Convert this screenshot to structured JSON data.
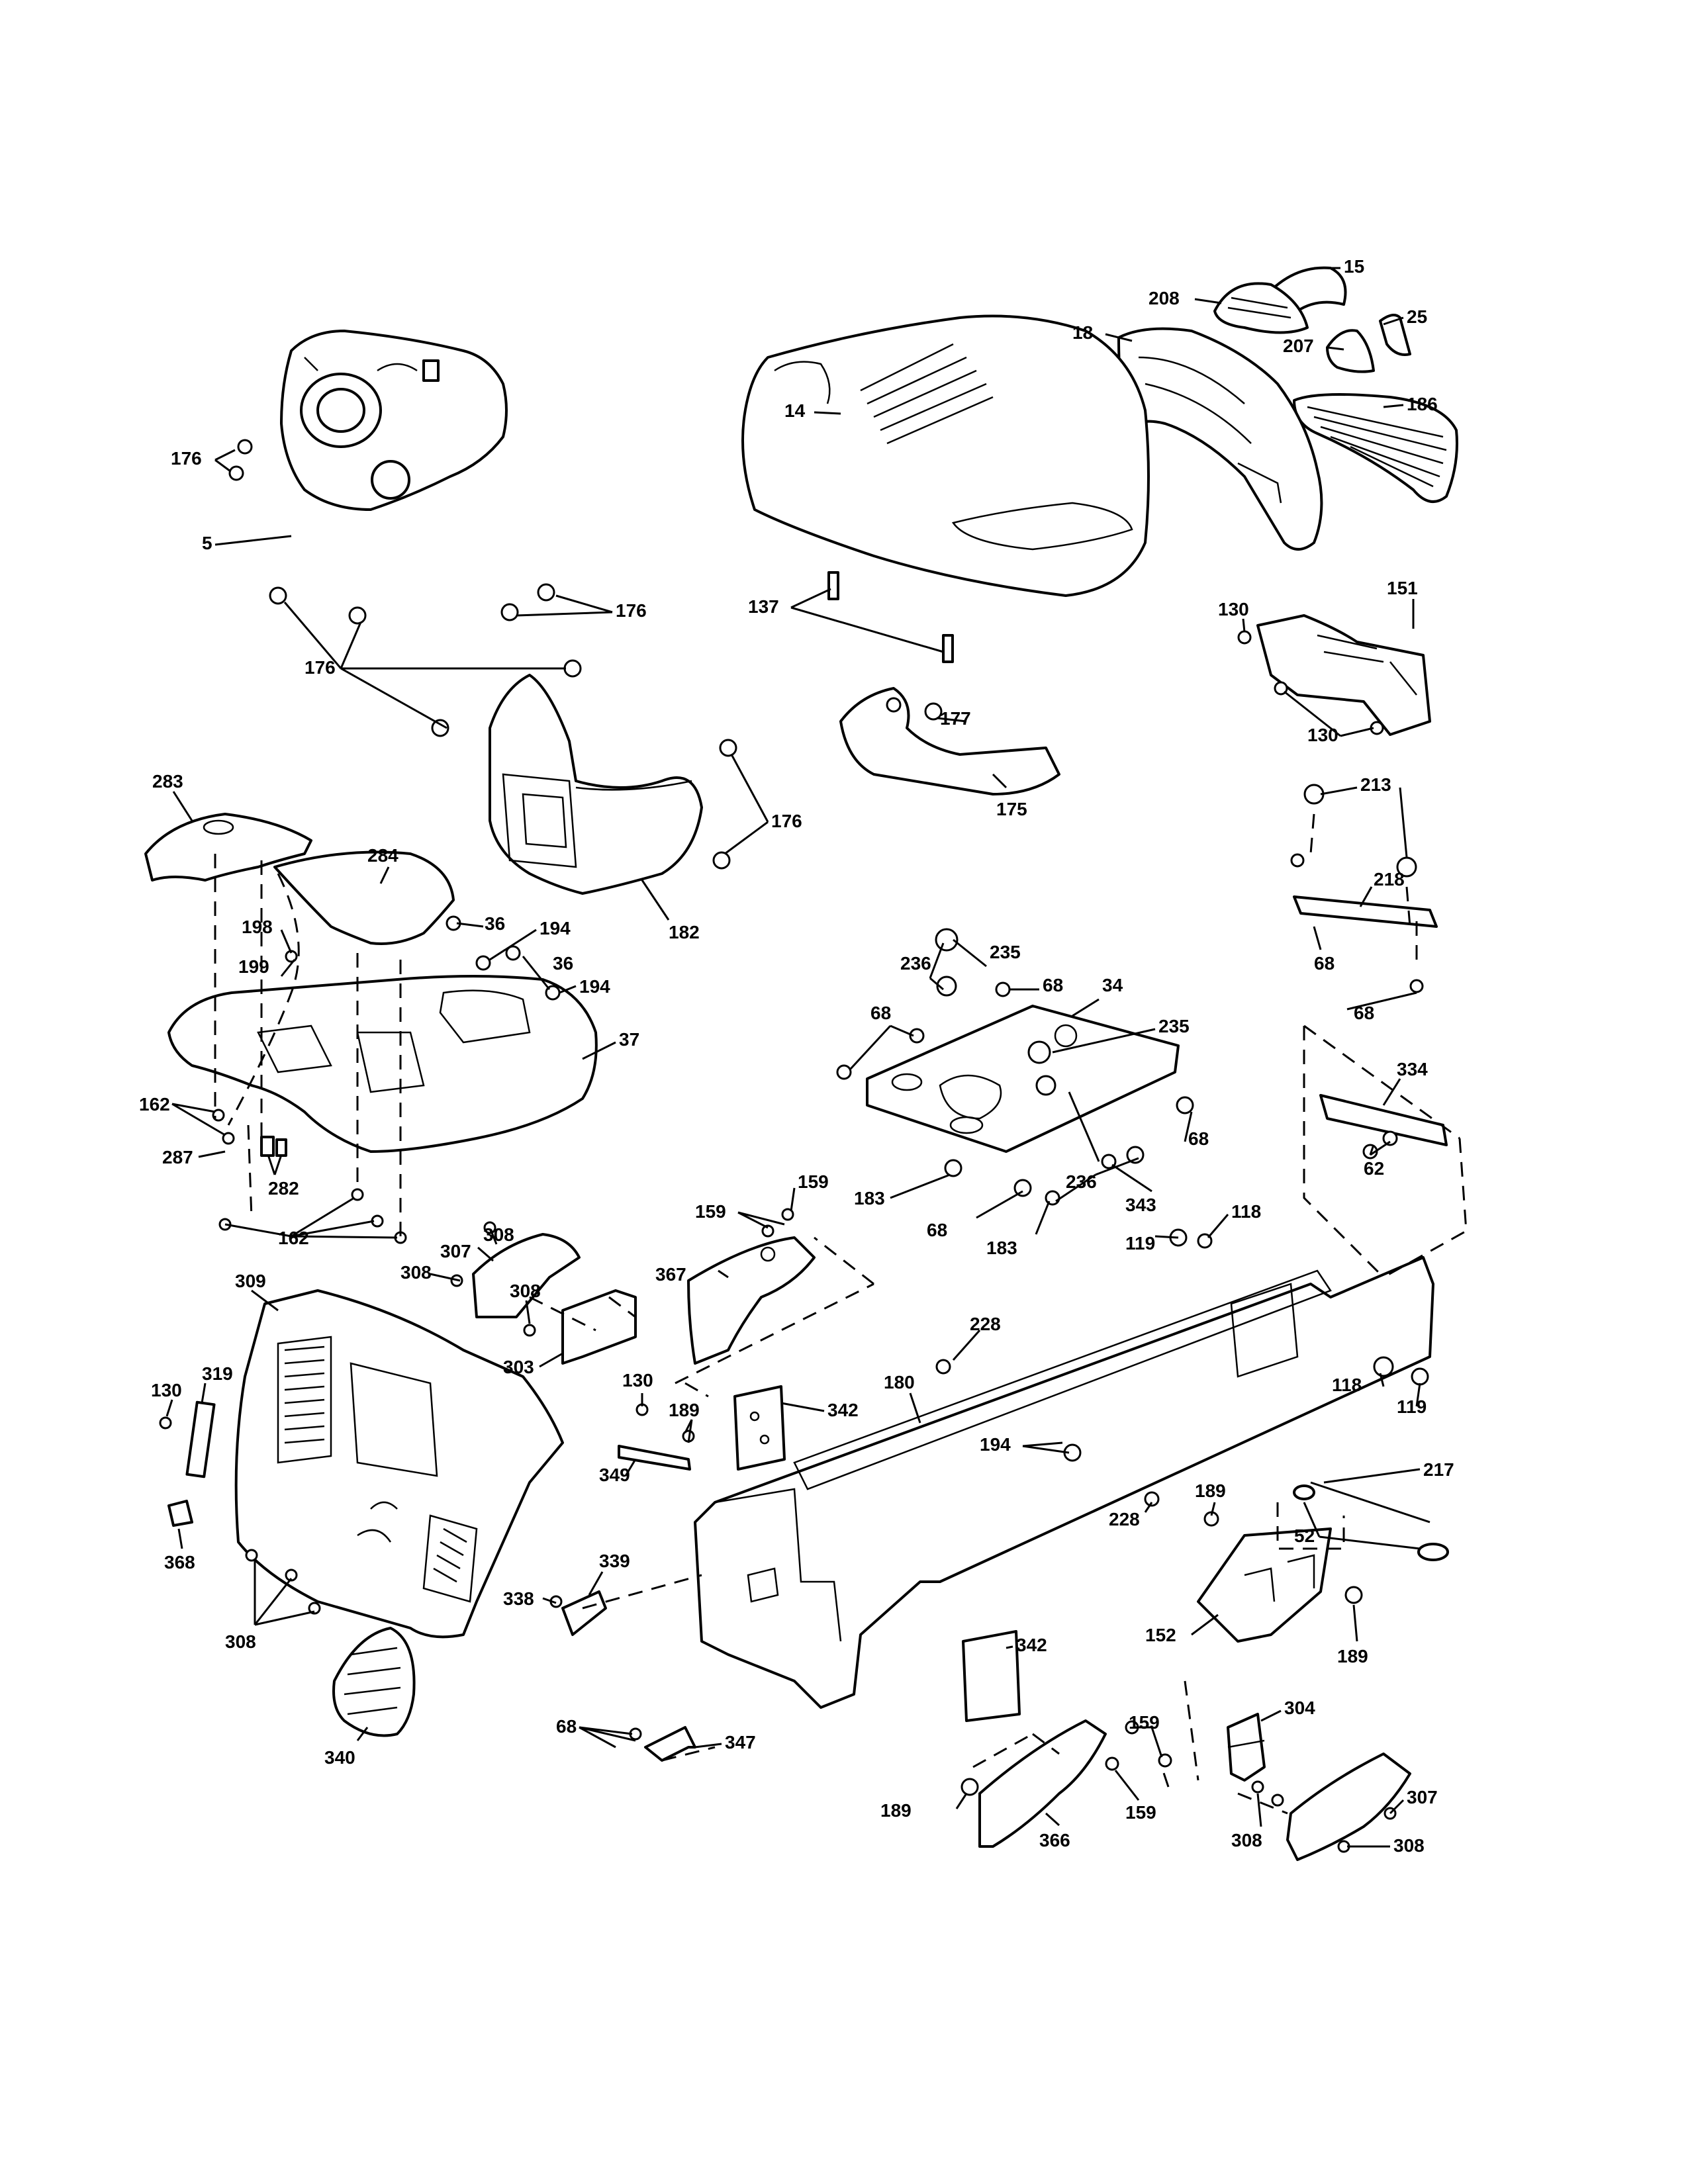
{
  "labels": [
    {
      "id": "c1",
      "text": "15"
    },
    {
      "id": "c2",
      "text": "208"
    },
    {
      "id": "c3",
      "text": "25"
    },
    {
      "id": "c4",
      "text": "18"
    },
    {
      "id": "c5",
      "text": "207"
    },
    {
      "id": "c6",
      "text": "186"
    },
    {
      "id": "c7",
      "text": "14"
    },
    {
      "id": "c8",
      "text": "176"
    },
    {
      "id": "c9",
      "text": "5"
    },
    {
      "id": "c10",
      "text": "176"
    },
    {
      "id": "c11",
      "text": "137"
    },
    {
      "id": "c12",
      "text": "130"
    },
    {
      "id": "c13",
      "text": "151"
    },
    {
      "id": "c14",
      "text": "176"
    },
    {
      "id": "c15",
      "text": "177"
    },
    {
      "id": "c16",
      "text": "130"
    },
    {
      "id": "c17",
      "text": "175"
    },
    {
      "id": "c18",
      "text": "176"
    },
    {
      "id": "c19",
      "text": "213"
    },
    {
      "id": "c20",
      "text": "283"
    },
    {
      "id": "c21",
      "text": "284"
    },
    {
      "id": "c22",
      "text": "218"
    },
    {
      "id": "c23",
      "text": "182"
    },
    {
      "id": "c24",
      "text": "36"
    },
    {
      "id": "c25",
      "text": "194"
    },
    {
      "id": "c26",
      "text": "198"
    },
    {
      "id": "c27",
      "text": "36"
    },
    {
      "id": "c28",
      "text": "194"
    },
    {
      "id": "c29",
      "text": "68"
    },
    {
      "id": "c30",
      "text": "199"
    },
    {
      "id": "c31",
      "text": "37"
    },
    {
      "id": "c32",
      "text": "236"
    },
    {
      "id": "c33",
      "text": "235"
    },
    {
      "id": "c34",
      "text": "68"
    },
    {
      "id": "c35",
      "text": "34"
    },
    {
      "id": "c36",
      "text": "68"
    },
    {
      "id": "c37",
      "text": "235"
    },
    {
      "id": "c38",
      "text": "68"
    },
    {
      "id": "c39",
      "text": "334"
    },
    {
      "id": "c40",
      "text": "162"
    },
    {
      "id": "c41",
      "text": "287"
    },
    {
      "id": "c42",
      "text": "282"
    },
    {
      "id": "c43",
      "text": "162"
    },
    {
      "id": "c44",
      "text": "68"
    },
    {
      "id": "c45",
      "text": "62"
    },
    {
      "id": "c46",
      "text": "159"
    },
    {
      "id": "c47",
      "text": "183"
    },
    {
      "id": "c48",
      "text": "236"
    },
    {
      "id": "c49",
      "text": "343"
    },
    {
      "id": "c50",
      "text": "68"
    },
    {
      "id": "c51",
      "text": "183"
    },
    {
      "id": "c52",
      "text": "308"
    },
    {
      "id": "c53",
      "text": "307"
    },
    {
      "id": "c54",
      "text": "159"
    },
    {
      "id": "c55",
      "text": "118"
    },
    {
      "id": "c56",
      "text": "119"
    },
    {
      "id": "c57",
      "text": "308"
    },
    {
      "id": "c58",
      "text": "367"
    },
    {
      "id": "c59",
      "text": "308"
    },
    {
      "id": "c60",
      "text": "309"
    },
    {
      "id": "c61",
      "text": "228"
    },
    {
      "id": "c62",
      "text": "303"
    },
    {
      "id": "c63",
      "text": "319"
    },
    {
      "id": "c64",
      "text": "130"
    },
    {
      "id": "c65",
      "text": "180"
    },
    {
      "id": "c66",
      "text": "118"
    },
    {
      "id": "c67",
      "text": "130"
    },
    {
      "id": "c68",
      "text": "189"
    },
    {
      "id": "c69",
      "text": "342"
    },
    {
      "id": "c70",
      "text": "119"
    },
    {
      "id": "c71",
      "text": "194"
    },
    {
      "id": "c72",
      "text": "349"
    },
    {
      "id": "c73",
      "text": "217"
    },
    {
      "id": "c74",
      "text": "189"
    },
    {
      "id": "c75",
      "text": "228"
    },
    {
      "id": "c76",
      "text": "52"
    },
    {
      "id": "c77",
      "text": "368"
    },
    {
      "id": "c78",
      "text": "339"
    },
    {
      "id": "c79",
      "text": "308"
    },
    {
      "id": "c80",
      "text": "338"
    },
    {
      "id": "c81",
      "text": "152"
    },
    {
      "id": "c82",
      "text": "189"
    },
    {
      "id": "c83",
      "text": "342"
    },
    {
      "id": "c84",
      "text": "304"
    },
    {
      "id": "c85",
      "text": "159"
    },
    {
      "id": "c86",
      "text": "68"
    },
    {
      "id": "c87",
      "text": "347"
    },
    {
      "id": "c88",
      "text": "340"
    },
    {
      "id": "c89",
      "text": "307"
    },
    {
      "id": "c90",
      "text": "189"
    },
    {
      "id": "c91",
      "text": "159"
    },
    {
      "id": "c92",
      "text": "366"
    },
    {
      "id": "c93",
      "text": "308"
    },
    {
      "id": "c94",
      "text": "308"
    }
  ]
}
